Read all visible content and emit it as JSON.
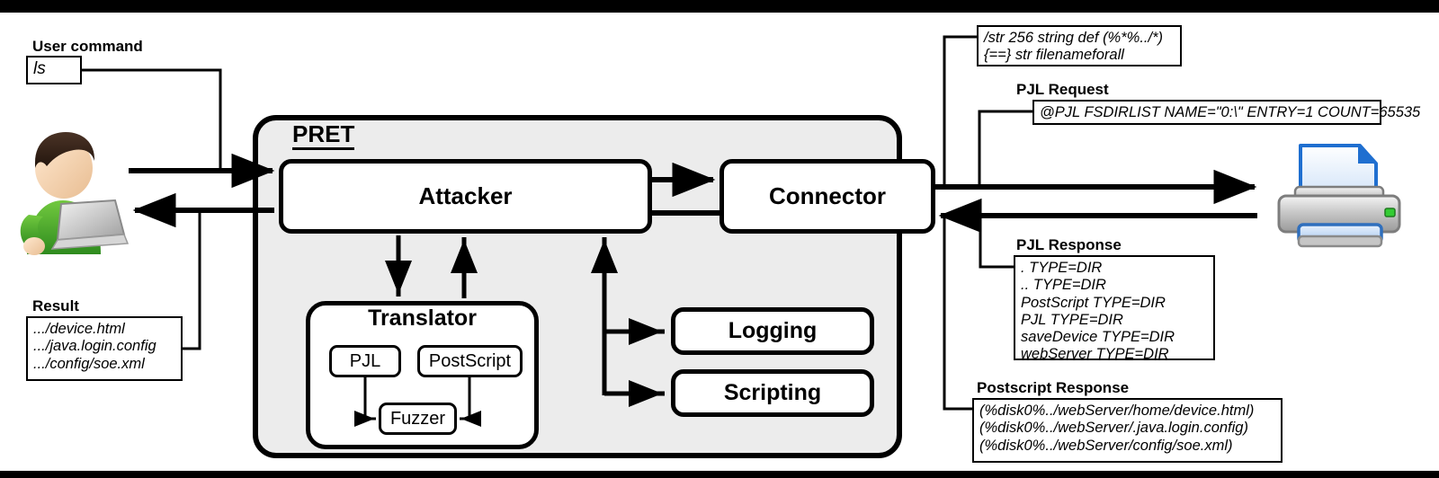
{
  "diagram": {
    "title": "PRET architecture",
    "container_label": "PRET",
    "modules": {
      "attacker": "Attacker",
      "connector": "Connector",
      "translator": "Translator",
      "logging": "Logging",
      "scripting": "Scripting",
      "pjl": "PJL",
      "postscript": "PostScript",
      "fuzzer": "Fuzzer"
    },
    "actors": {
      "user_icon": "user-with-laptop-icon",
      "printer_icon": "printer-icon"
    },
    "left": {
      "user_command_label": "User command",
      "user_command_value": "ls",
      "result_label": "Result",
      "result_lines": [
        ".../device.html",
        ".../java.login.config",
        ".../config/soe.xml"
      ]
    },
    "right": {
      "postscript_request_lines": [
        "/str 256 string def (%*%../*)",
        "{==} str filenameforall"
      ],
      "pjl_request_label": "PJL Request",
      "pjl_request_lines": [
        "@PJL FSDIRLIST NAME=\"0:\\\" ENTRY=1 COUNT=65535"
      ],
      "pjl_response_label": "PJL Response",
      "pjl_response_lines": [
        ". TYPE=DIR",
        ".. TYPE=DIR",
        "PostScript TYPE=DIR",
        "PJL TYPE=DIR",
        "saveDevice TYPE=DIR",
        "webServer TYPE=DIR"
      ],
      "postscript_response_label": "Postscript Response",
      "postscript_response_lines": [
        "(%disk0%../webServer/home/device.html)",
        "(%disk0%../webServer/.java.login.config)",
        "(%disk0%../webServer/config/soe.xml)"
      ]
    },
    "colors": {
      "container_fill": "#ececec",
      "stroke": "#000000",
      "box_fill": "#ffffff",
      "user_shirt": "#4caf31",
      "printer_paper": "#1f6fd0",
      "printer_led": "#33cc33"
    }
  }
}
